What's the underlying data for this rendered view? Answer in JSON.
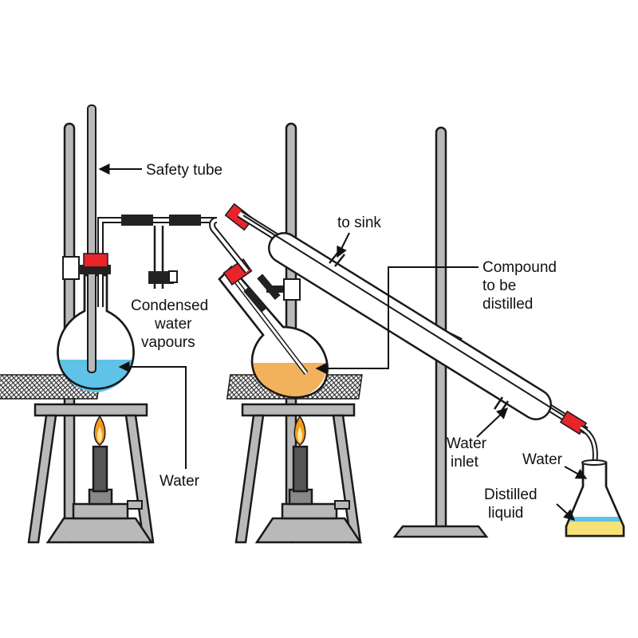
{
  "labels": {
    "safety_tube": "Safety tube",
    "to_sink": "to sink",
    "compound_line1": "Compound",
    "compound_line2": "to be",
    "compound_line3": "distilled",
    "condensed_line1": "Condensed",
    "condensed_line2": "water",
    "condensed_line3": "vapours",
    "water_left": "Water",
    "water_inlet_line1": "Water",
    "water_inlet_line2": "inlet",
    "water_flask": "Water",
    "distilled_line1": "Distilled",
    "distilled_line2": "liquid"
  },
  "colors": {
    "water_blue": "#5fc3e8",
    "compound_orange": "#f2b25c",
    "distillate_yellow": "#f7e27a",
    "stopper_red": "#e8242b",
    "rod_gray": "#b9b9b9",
    "outline": "#1a1a1a",
    "flame_orange": "#f59a1c",
    "flame_yellow": "#fde8a0"
  }
}
